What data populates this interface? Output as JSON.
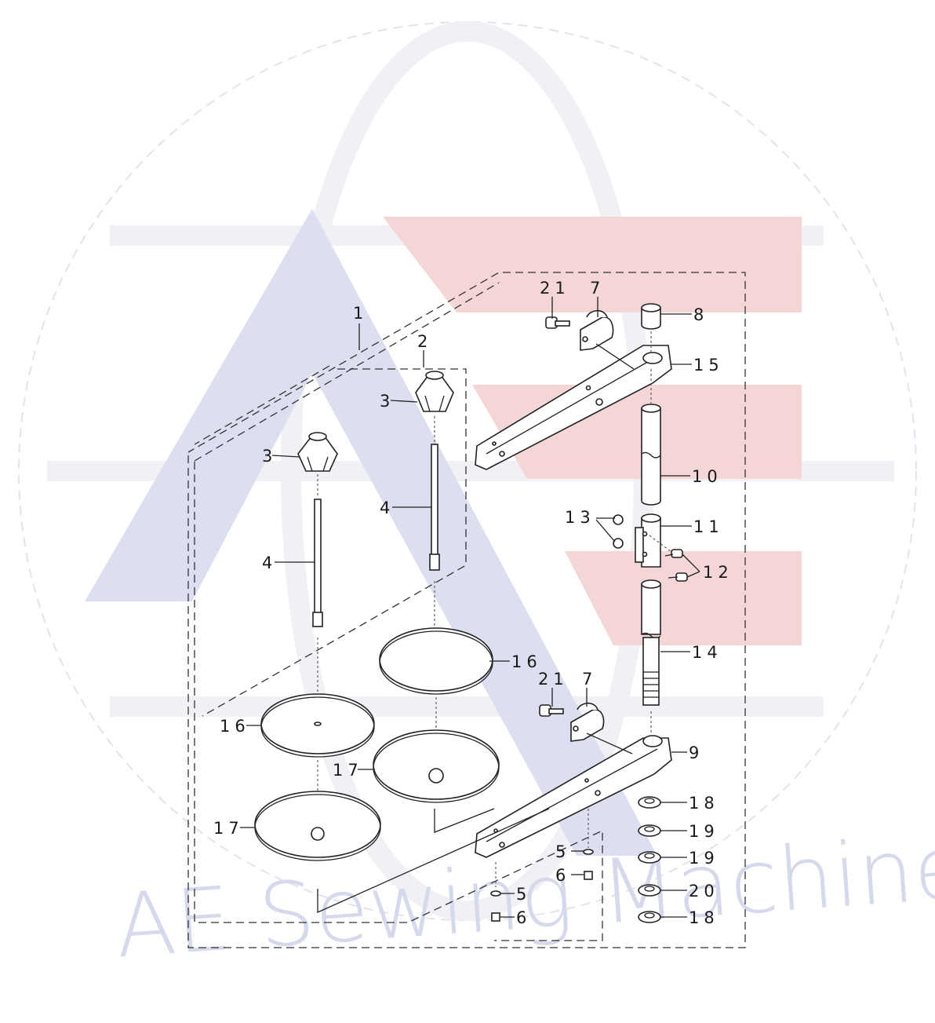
{
  "watermark": {
    "text": "AE Sewing Machines",
    "colors": {
      "blue": "#d9dcee",
      "red": "#f3d4d4",
      "ring": "#e4e5ef"
    }
  },
  "callouts": {
    "c1": "1",
    "c2": "2",
    "c3a": "3",
    "c3b": "3",
    "c4a": "4",
    "c4b": "4",
    "c5a": "5",
    "c5b": "5",
    "c6a": "6",
    "c6b": "6",
    "c7a": "7",
    "c7b": "7",
    "c8": "8",
    "c9": "9",
    "c10": "10",
    "c11": "11",
    "c12": "12",
    "c13": "13",
    "c14": "14",
    "c15": "15",
    "c16a": "16",
    "c16b": "16",
    "c17a": "17",
    "c17b": "17",
    "c18a": "18",
    "c18b": "18",
    "c19a": "19",
    "c19b": "19",
    "c20": "20",
    "c21a": "21",
    "c21b": "21"
  }
}
